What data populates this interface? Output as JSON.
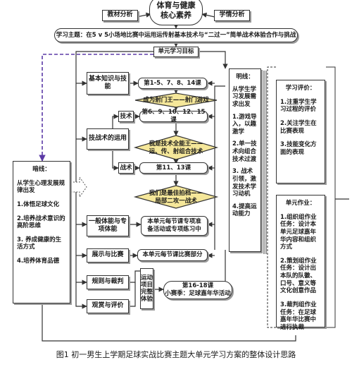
{
  "title_line1": "体育与健康",
  "title_line2": "核心素养",
  "tag_left": "教材分析",
  "tag_right": "学情分析",
  "theme": "学习主题：在5 v 5小场地比赛中运用运传射基本技术与“二过一”简单战术体验合作与挑战",
  "goal": "单元学习目标",
  "n_basic": "基本知识与技能",
  "n_tactics": "技战术的运用",
  "n_general": "一般体能与专项体能",
  "n_show": "展示与比赛",
  "n_rules": "规则与裁判",
  "n_watch": "观赏与评价",
  "l1": "第1-5、7、8、14课",
  "d1": "成为射门王——射门游戏",
  "tech": "技术",
  "l2": "第6、9、10、12、15课",
  "d2_1": "我是技术全能王——",
  "d2_2": "运、传、射组合技术",
  "tac": "战术",
  "l3": "第11、13课",
  "d3_1": "我们是最佳拍档——",
  "d3_2": "局部二攻一战术",
  "fit_1": "本单元每节课专项准",
  "fit_2": "备活动或专项练习中",
  "match": "本单元每节课比赛部分",
  "sport_1": "运动",
  "sport_2": "项目",
  "sport_3": "完整",
  "sport_4": "体验",
  "final_1": "第16-18课",
  "final_2": "小赛季：足球嘉年华活动",
  "mid_title": "明线：",
  "mid_1": "从学生学习发展需求出发",
  "mid_2": "1.游戏导入，以趣激学",
  "mid_3": "2.单一技术向组合技术过渡",
  "mid_4": "3. 战术引领，激发技术学习动机",
  "mid_5": "4.提高运动能力",
  "dark_title": "暗线：",
  "dark_1": "从学生心理发展规律出发",
  "dark_2": "1.体悟足球文化",
  "dark_3": "2.培养战术意识的高阶思维",
  "dark_4": "3. 养成健康的生活方式",
  "dark_5": "4.培养体育品德",
  "eval_title": "学习评价：",
  "eval_1": "1.注重学生学习过程的评价",
  "eval_2": "2.关注学生在比赛表现",
  "eval_3": "3.技能变化方面的表现",
  "hw_title": "单元作业：",
  "hw_1": "1.组织组作业任务：设计本单元足球嘉年华内容和组织方式",
  "hw_2": "2.策划组作业任务：设计出本队的队徽、口号、意义等文化创意作品",
  "hw_3": "3.裁判组作业任务：在足球嘉年华比赛中进行执裁",
  "caption": "图1  初一男生上学期足球实战比赛主题大单元学习方案的整体设计思路",
  "colors": {
    "accent_yellow": "#f5e79a",
    "dashed_purple": "#5b3aa6"
  }
}
